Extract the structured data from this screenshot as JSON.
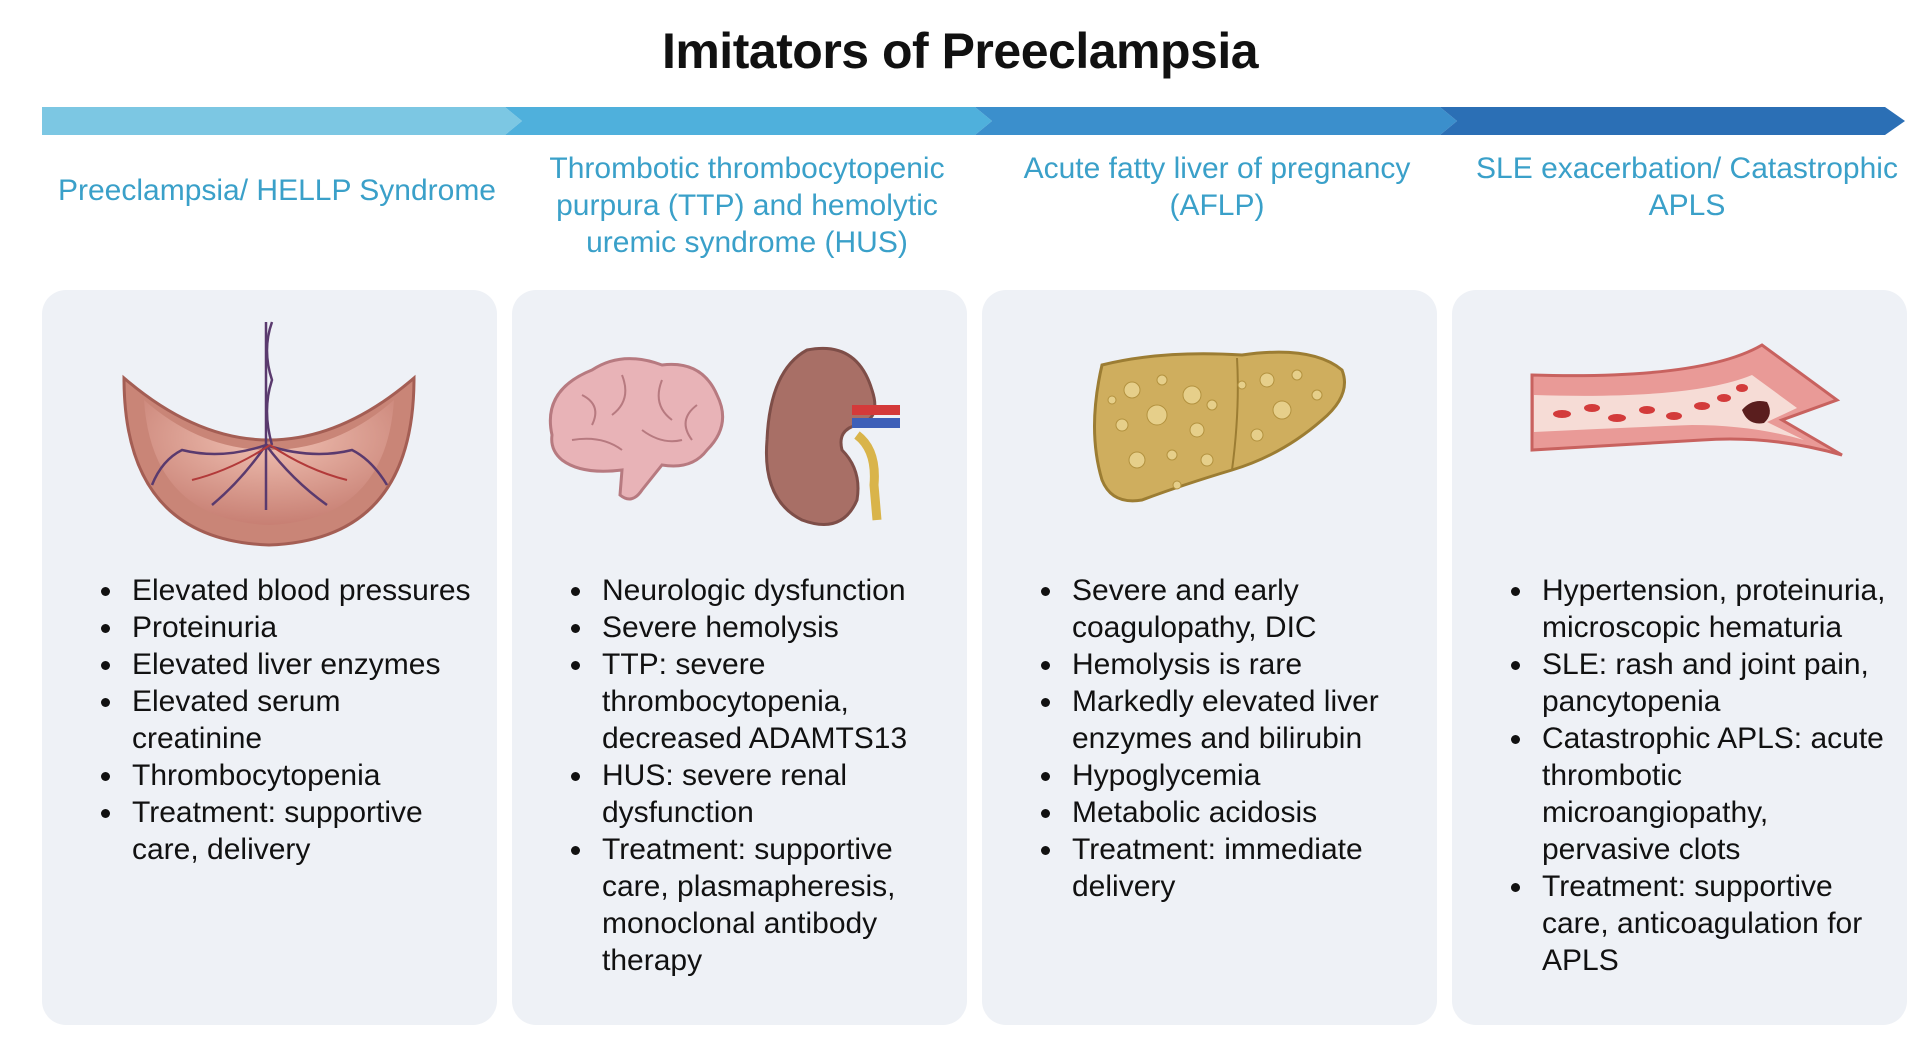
{
  "title": "Imitators of Preeclampsia",
  "colors": {
    "chevron_1": "#7cc7e3",
    "chevron_2": "#4fb0dc",
    "chevron_3": "#3b8fcc",
    "chevron_4": "#2b6fb5",
    "heading_text": "#3aa0c9",
    "panel_bg": "#eef1f6"
  },
  "columns": [
    {
      "heading": "Preeclampsia/ HELLP Syndrome",
      "illustration": "placenta-icon",
      "items": [
        "Elevated blood pressures",
        "Proteinuria",
        "Elevated liver enzymes",
        "Elevated serum creatinine",
        "Thrombocytopenia",
        "Treatment: supportive care, delivery"
      ]
    },
    {
      "heading": "Thrombotic thrombocytopenic purpura (TTP) and hemolytic uremic syndrome (HUS)",
      "illustration": "brain-and-kidney-icon",
      "items": [
        "Neurologic dysfunction",
        "Severe hemolysis",
        "TTP: severe thrombocytopenia, decreased ADAMTS13",
        "HUS: severe renal dysfunction",
        "Treatment: supportive care, plasmapheresis, monoclonal antibody therapy"
      ]
    },
    {
      "heading": "Acute fatty liver of pregnancy (AFLP)",
      "illustration": "fatty-liver-icon",
      "items": [
        "Severe and early coagulopathy, DIC",
        "Hemolysis is rare",
        "Markedly elevated liver enzymes and bilirubin",
        "Hypoglycemia",
        "Metabolic acidosis",
        "Treatment: immediate delivery"
      ]
    },
    {
      "heading": "SLE exacerbation/ Catastrophic APLS",
      "illustration": "blood-vessel-clot-icon",
      "items": [
        "Hypertension, proteinuria, microscopic hematuria",
        "SLE: rash and joint pain, pancytopenia",
        "Catastrophic APLS: acute thrombotic microangiopathy, pervasive clots",
        "Treatment: supportive care, anticoagulation for APLS"
      ]
    }
  ]
}
